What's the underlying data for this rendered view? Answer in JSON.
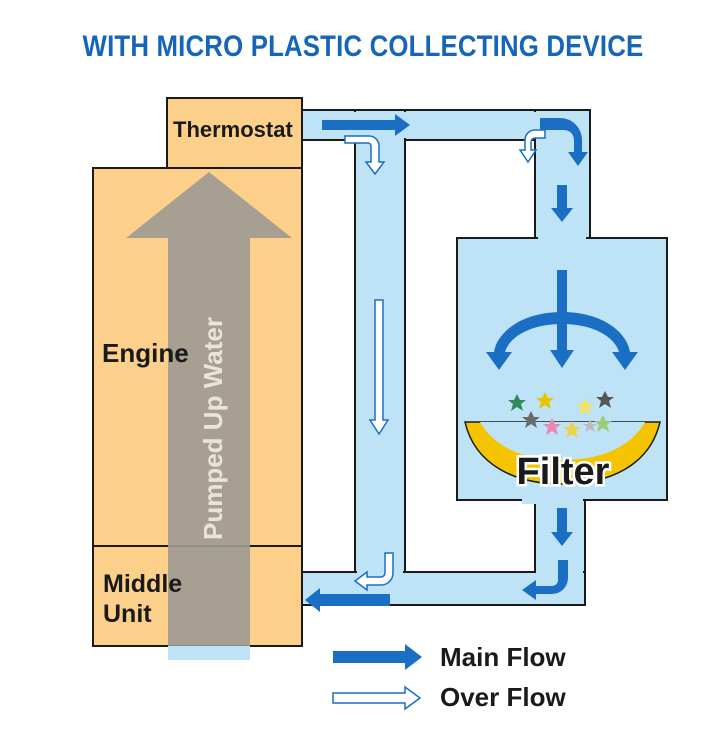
{
  "title": "WITH MICRO PLASTIC COLLECTING DEVICE",
  "labels": {
    "thermostat": "Thermostat",
    "engine": "Engine",
    "middle_unit_line1": "Middle",
    "middle_unit_line2": "Unit",
    "pumped": "Pumped Up Water",
    "filter": "Filter"
  },
  "legend": {
    "main_flow": "Main Flow",
    "over_flow": "Over Flow"
  },
  "colors": {
    "title": "#1566b8",
    "engine": "#fcd08a",
    "pipe": "#bfe3f6",
    "outline": "#1a1a1a",
    "main_arrow": "#1a6fc4",
    "filter_bowl": "#f5c400",
    "pump_arrow": "#9d9a92"
  }
}
